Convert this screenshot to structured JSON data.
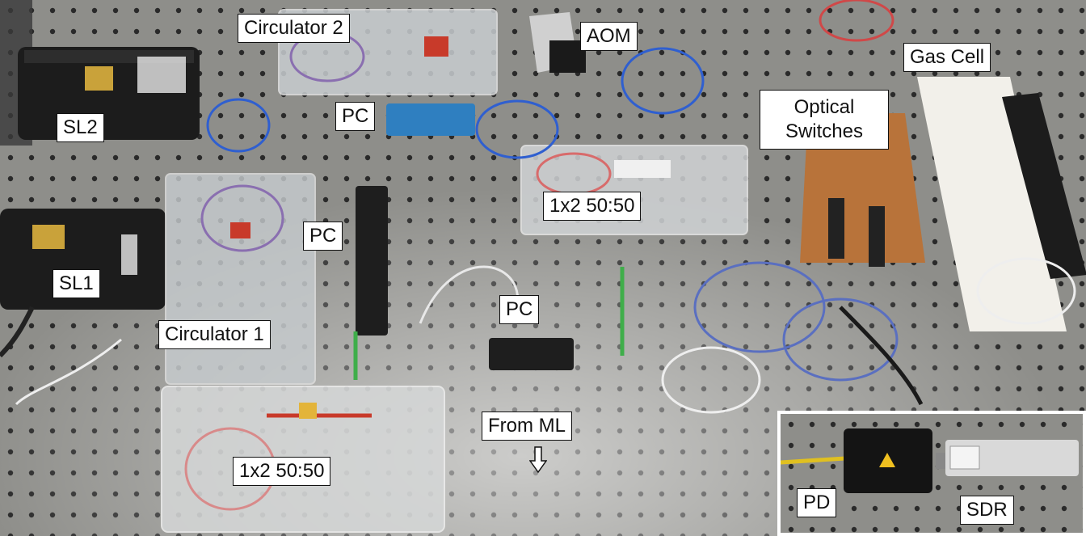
{
  "labels": {
    "circulator2": "Circulator 2",
    "aom": "AOM",
    "gas_cell": "Gas Cell",
    "sl2": "SL2",
    "pc_top": "PC",
    "optical_switches_line1": "Optical",
    "optical_switches_line2": "Switches",
    "splitter_right": "1x2 50:50",
    "pc_middle": "PC",
    "sl1": "SL1",
    "pc_center": "PC",
    "circulator1": "Circulator 1",
    "from_ml": "From ML",
    "splitter_bottom": "1x2 50:50",
    "pd": "PD",
    "sdr": "SDR"
  },
  "colors": {
    "label_bg": "#ffffff",
    "label_border": "#111111",
    "table": "#8a8a86",
    "fiber_green": "#3fae4a",
    "fiber_blue": "#2f5fd0",
    "fiber_red": "#d04848"
  },
  "icons": {
    "from_ml_arrow": "down-arrow-icon"
  }
}
